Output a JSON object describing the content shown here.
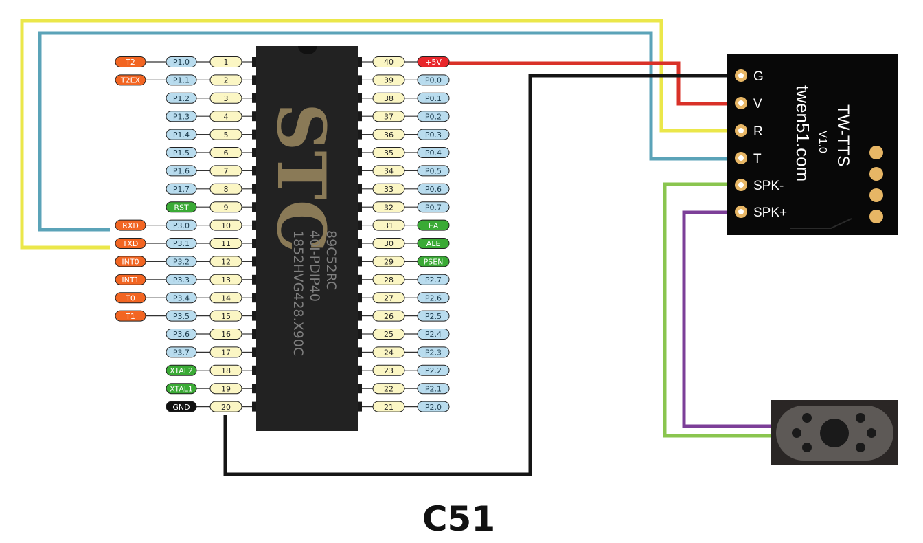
{
  "title": "C51",
  "chip": {
    "logo": "STC",
    "model": "89C52RC",
    "package": "40I-PDIP40",
    "batch": "1852HVG428.X90C"
  },
  "pins_left": [
    {
      "num": "1",
      "port": "P1.0",
      "func": "T2",
      "func_type": "orange"
    },
    {
      "num": "2",
      "port": "P1.1",
      "func": "T2EX",
      "func_type": "orange"
    },
    {
      "num": "3",
      "port": "P1.2",
      "func": "",
      "func_type": ""
    },
    {
      "num": "4",
      "port": "P1.3",
      "func": "",
      "func_type": ""
    },
    {
      "num": "5",
      "port": "P1.4",
      "func": "",
      "func_type": ""
    },
    {
      "num": "6",
      "port": "P1.5",
      "func": "",
      "func_type": ""
    },
    {
      "num": "7",
      "port": "P1.6",
      "func": "",
      "func_type": ""
    },
    {
      "num": "8",
      "port": "P1.7",
      "func": "",
      "func_type": ""
    },
    {
      "num": "9",
      "port": "RST",
      "func": "",
      "func_type": "",
      "port_type": "green"
    },
    {
      "num": "10",
      "port": "P3.0",
      "func": "RXD",
      "func_type": "orange"
    },
    {
      "num": "11",
      "port": "P3.1",
      "func": "TXD",
      "func_type": "orange"
    },
    {
      "num": "12",
      "port": "P3.2",
      "func": "INT0",
      "func_type": "orange"
    },
    {
      "num": "13",
      "port": "P3.3",
      "func": "INT1",
      "func_type": "orange"
    },
    {
      "num": "14",
      "port": "P3.4",
      "func": "T0",
      "func_type": "orange"
    },
    {
      "num": "15",
      "port": "P3.5",
      "func": "T1",
      "func_type": "orange"
    },
    {
      "num": "16",
      "port": "P3.6",
      "func": "",
      "func_type": ""
    },
    {
      "num": "17",
      "port": "P3.7",
      "func": "",
      "func_type": ""
    },
    {
      "num": "18",
      "port": "XTAL2",
      "func": "",
      "func_type": "",
      "port_type": "green"
    },
    {
      "num": "19",
      "port": "XTAL1",
      "func": "",
      "func_type": "",
      "port_type": "green"
    },
    {
      "num": "20",
      "port": "GND",
      "func": "",
      "func_type": "",
      "port_type": "black"
    }
  ],
  "pins_right": [
    {
      "num": "40",
      "port": "+5V",
      "port_type": "red"
    },
    {
      "num": "39",
      "port": "P0.0",
      "port_type": "blue"
    },
    {
      "num": "38",
      "port": "P0.1",
      "port_type": "blue"
    },
    {
      "num": "37",
      "port": "P0.2",
      "port_type": "blue"
    },
    {
      "num": "36",
      "port": "P0.3",
      "port_type": "blue"
    },
    {
      "num": "35",
      "port": "P0.4",
      "port_type": "blue"
    },
    {
      "num": "34",
      "port": "P0.5",
      "port_type": "blue"
    },
    {
      "num": "33",
      "port": "P0.6",
      "port_type": "blue"
    },
    {
      "num": "32",
      "port": "P0.7",
      "port_type": "blue"
    },
    {
      "num": "31",
      "port": "EA",
      "port_type": "green"
    },
    {
      "num": "30",
      "port": "ALE",
      "port_type": "green"
    },
    {
      "num": "29",
      "port": "PSEN",
      "port_type": "green"
    },
    {
      "num": "28",
      "port": "P2.7",
      "port_type": "blue"
    },
    {
      "num": "27",
      "port": "P2.6",
      "port_type": "blue"
    },
    {
      "num": "26",
      "port": "P2.5",
      "port_type": "blue"
    },
    {
      "num": "25",
      "port": "P2.4",
      "port_type": "blue"
    },
    {
      "num": "24",
      "port": "P2.3",
      "port_type": "blue"
    },
    {
      "num": "23",
      "port": "P2.2",
      "port_type": "blue"
    },
    {
      "num": "22",
      "port": "P2.1",
      "port_type": "blue"
    },
    {
      "num": "21",
      "port": "P2.0",
      "port_type": "blue"
    }
  ],
  "module": {
    "name": "TW-TTS",
    "version": "V1.0",
    "website": "twen51.com",
    "pins": [
      "G",
      "V",
      "R",
      "T",
      "SPK-",
      "SPK+"
    ]
  },
  "speaker": {
    "name": "speaker"
  },
  "colors": {
    "pin_num_fill": "#fbf6c4",
    "port_fill": "#b9dcee",
    "func_orange": "#f26522",
    "green": "#3aaa35",
    "red": "#e8262b",
    "black": "#111111",
    "wire_yellow": "#ebe74a",
    "wire_blue": "#5ba3b8",
    "wire_red": "#d93128",
    "wire_black": "#151515",
    "wire_green": "#8ac54f",
    "wire_purple": "#7c3f98",
    "pad_gold": "#e7b665"
  }
}
